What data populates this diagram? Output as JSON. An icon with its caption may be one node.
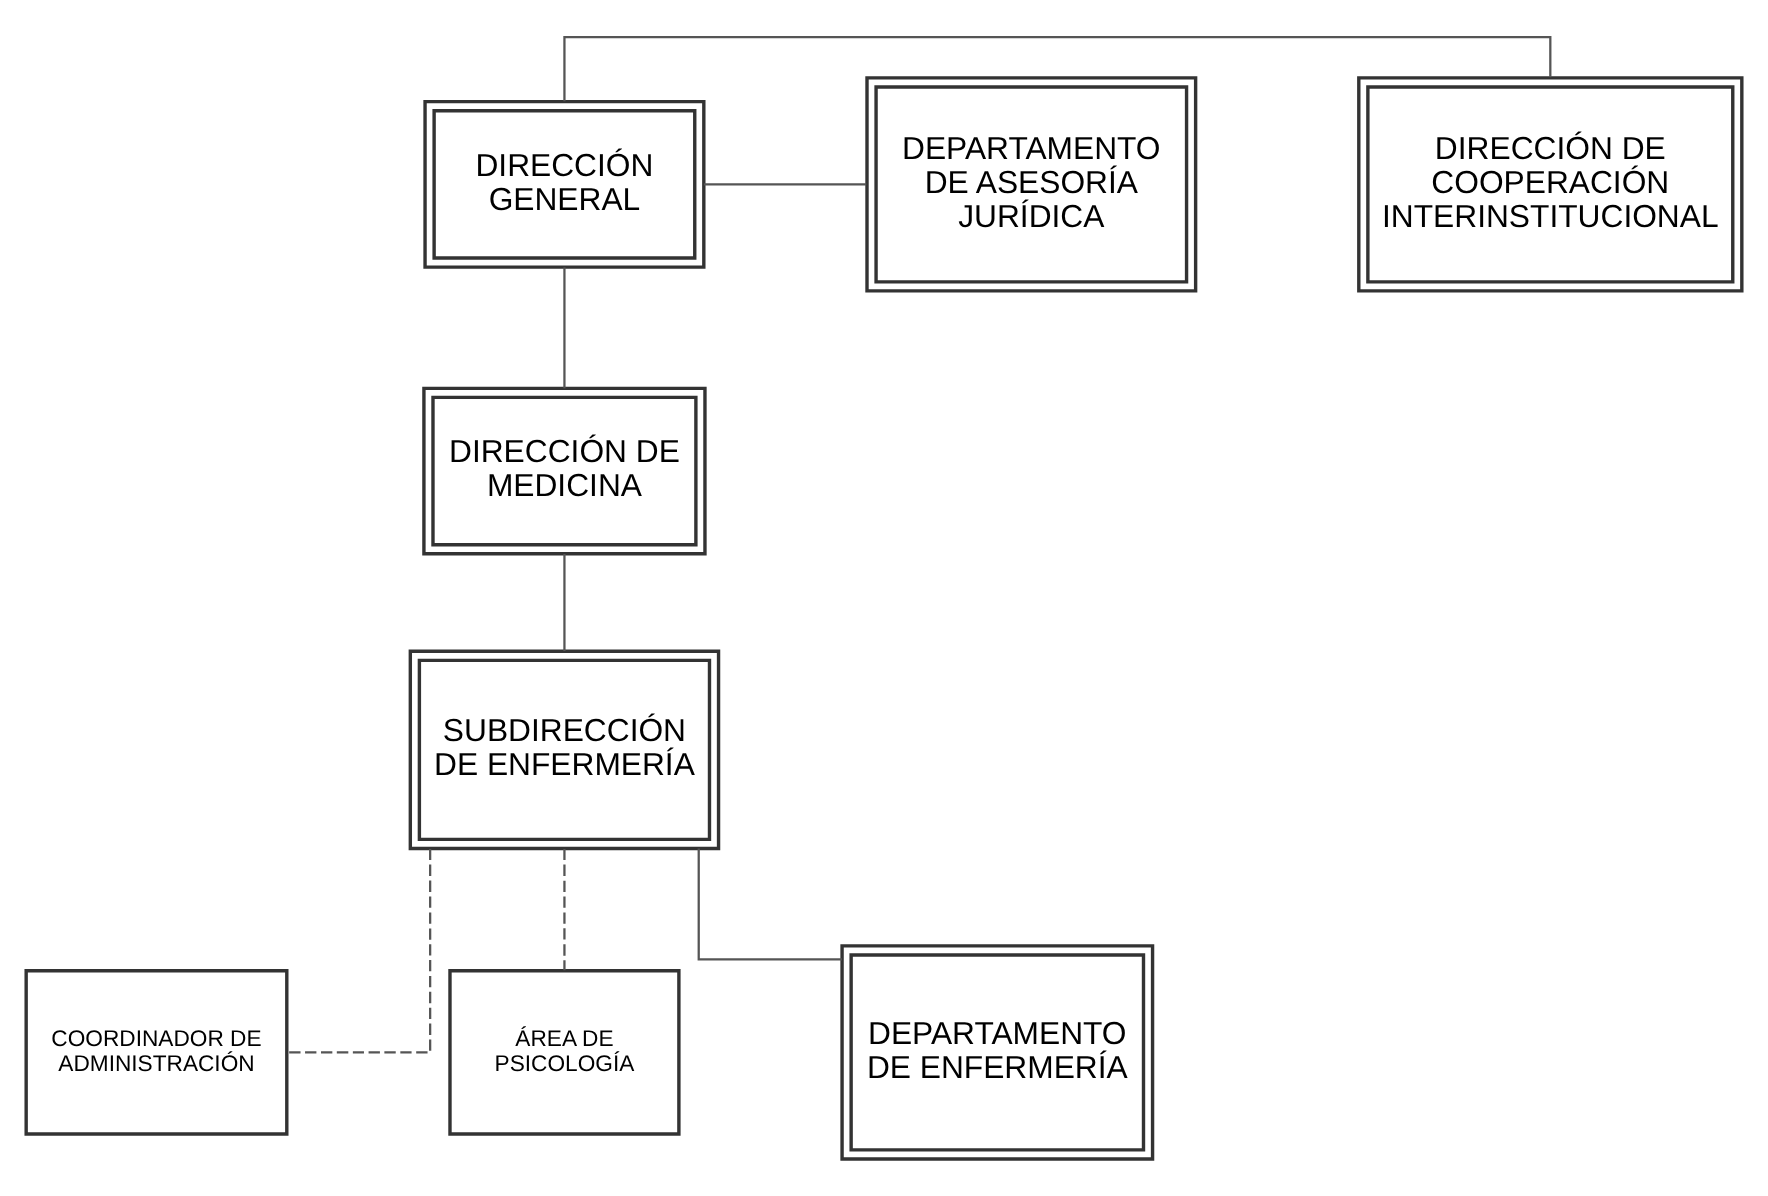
{
  "diagram": {
    "nodes": [
      {
        "text": [
          "DIRECCIÓN GENERAL"
        ]
      },
      {
        "text": [
          "DIRECCIÓN DE COOPERACIÓN INTERINSTITUCIONAL"
        ]
      },
      {
        "text": [
          "DEPARTAMENTO DE ASESORÍA JURÍDICA"
        ]
      },
      {
        "text": [
          "DIRECCIÓN DE MEDICINA"
        ]
      },
      {
        "text": [
          "SUBDIRECCIÓN DE ENFERMERÍA"
        ]
      },
      {
        "text": [
          "COORDINADOR DE ADMINISTRACIÓN"
        ]
      },
      {
        "text": [
          "ÁREA DE PSICOLOGÍA"
        ]
      },
      {
        "text": [
          "DEPARTAMENTO DE ENFERMERÍA"
        ]
      }
    ],
    "edges": [
      {
        "from": 0,
        "to": 1,
        "arrow": "none"
      },
      {
        "from": 0,
        "to": 2,
        "arrow": "none"
      },
      {
        "from": 0,
        "to": 3,
        "arrow": "none"
      },
      {
        "from": 3,
        "to": 4,
        "arrow": "none"
      },
      {
        "from": 4,
        "to": 7,
        "arrow": "none"
      },
      {
        "from": 4,
        "to": 5,
        "arrow": "none",
        "style": "dashed"
      },
      {
        "from": 4,
        "to": 6,
        "arrow": "none",
        "style": "dashed"
      }
    ]
  }
}
